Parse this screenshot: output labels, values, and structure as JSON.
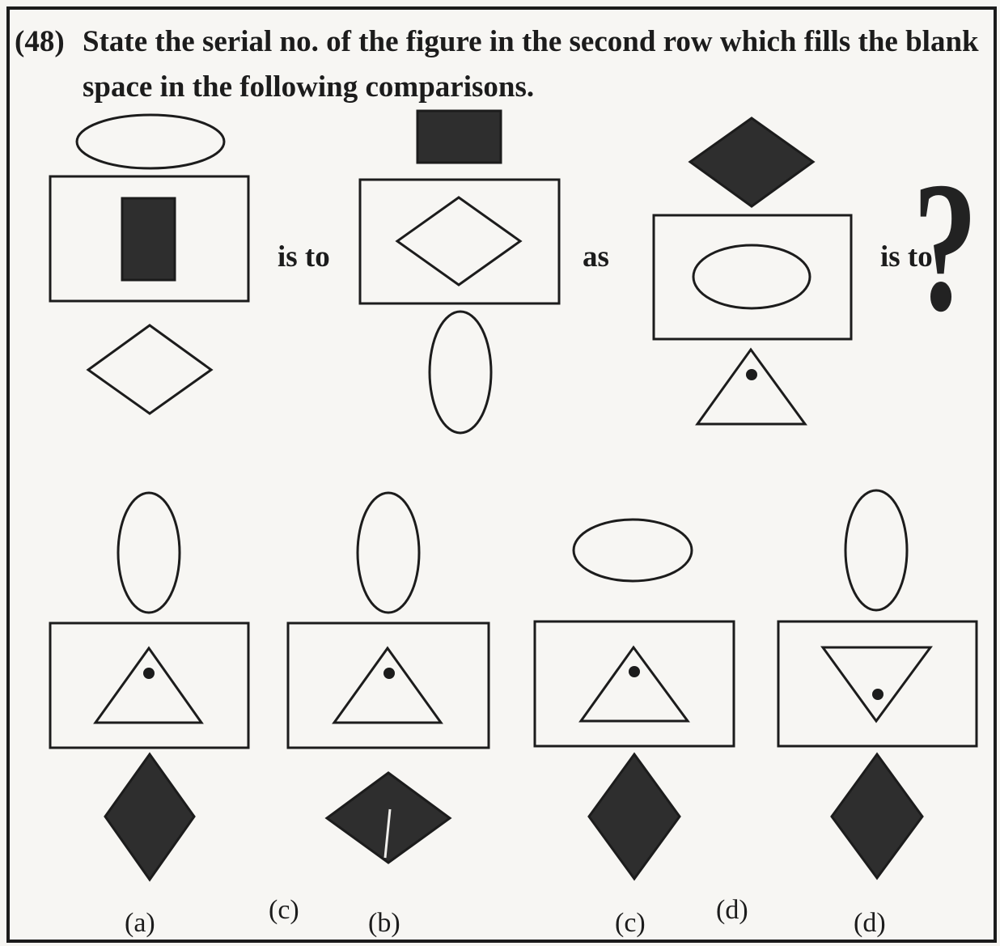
{
  "question": {
    "number": "(48)",
    "text": "State the serial no. of the figure in the second row which fills the blank space in the following comparisons."
  },
  "comparison_words": {
    "is_to_1": "is to",
    "as": "as",
    "is_to_2": "is to",
    "question_mark": "?"
  },
  "option_labels": {
    "a": "(a)",
    "c_stray": "(c)",
    "b": "(b)",
    "c": "(c)",
    "d_stray": "(d)",
    "d": "(d)"
  },
  "colors": {
    "ink": "#1c1c1c",
    "fill_dark": "#2e2e2e",
    "paper": "#f7f6f3"
  }
}
